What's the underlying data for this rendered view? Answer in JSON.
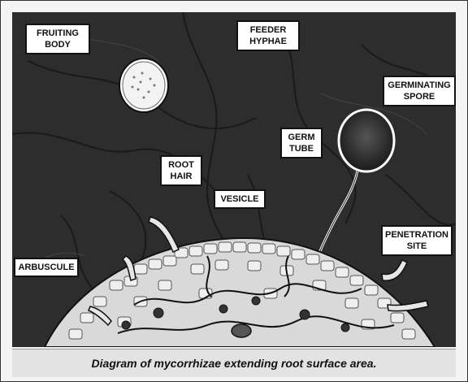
{
  "labels": {
    "fruiting_body": "FRUITING\nBODY",
    "feeder_hyphae": "FEEDER\nHYPHAE",
    "germinating_spore": "GERMINATING\nSPORE",
    "germ_tube": "GERM\nTUBE",
    "root_hair": "ROOT\nHAIR",
    "vesicle": "VESICLE",
    "penetration_site": "PENETRATION\nSITE",
    "arbuscule": "ARBUSCULE"
  },
  "caption": "Diagram of mycorrhizae extending root surface area."
}
